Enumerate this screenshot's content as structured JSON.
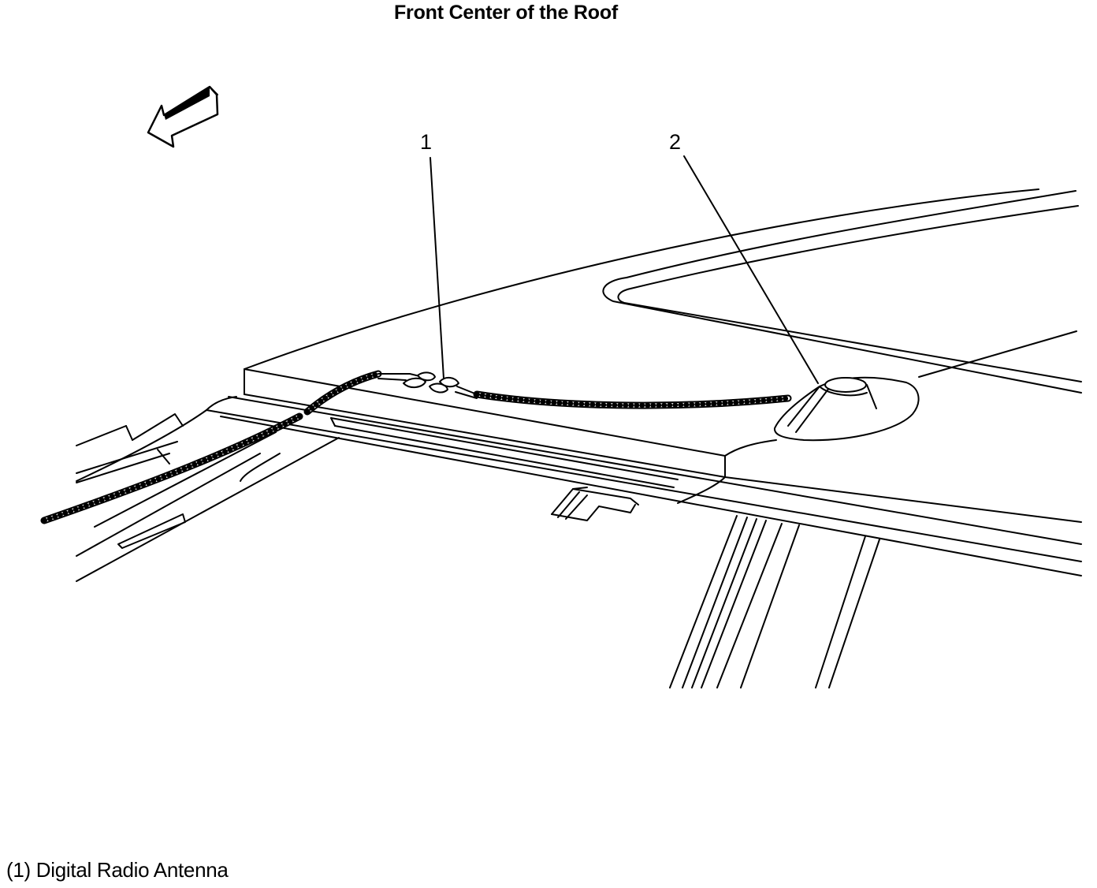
{
  "title": "Front Center of the Roof",
  "callouts": [
    {
      "number": "1"
    },
    {
      "number": "2"
    }
  ],
  "legend": {
    "items": [
      "(1) Digital Radio Antenna"
    ]
  }
}
